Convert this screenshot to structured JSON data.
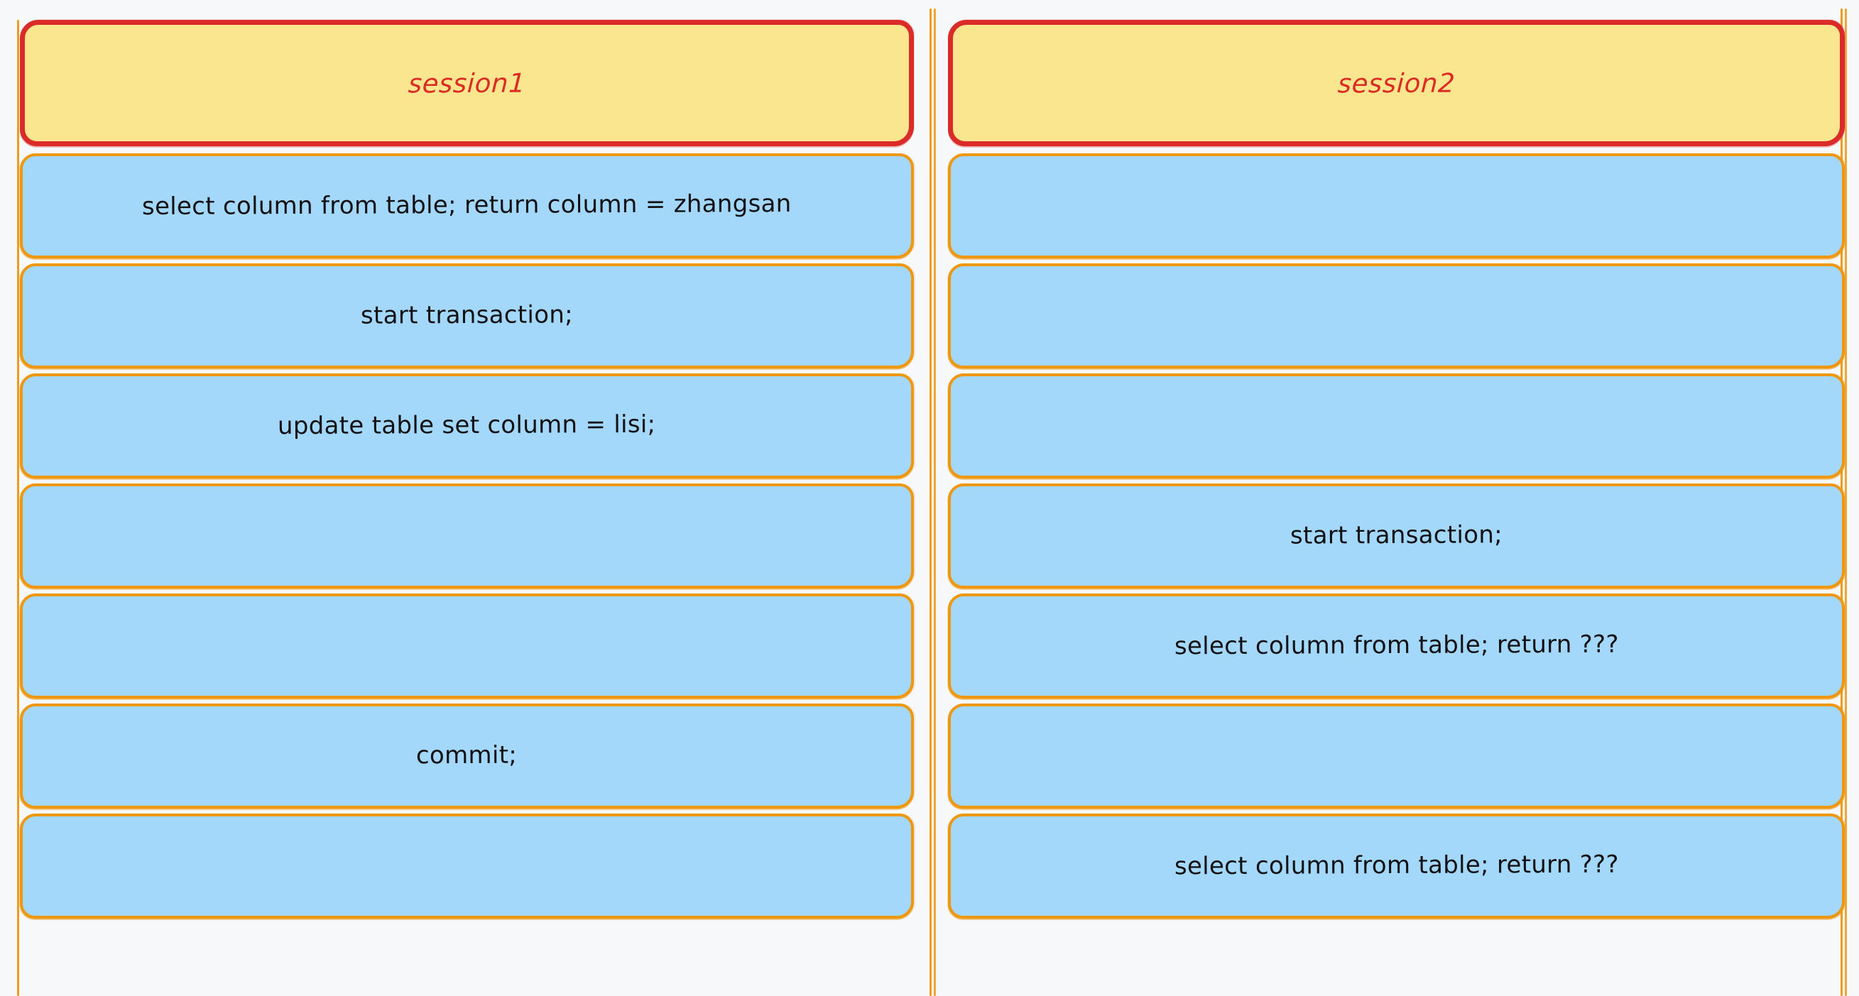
{
  "diagram": {
    "title": "session1 / session2 transaction comparison",
    "style": "hand-drawn",
    "colors": {
      "background": "#F7F8FA",
      "header_fill": "#FAE68F",
      "header_border": "#DA2B28",
      "header_text": "#DC2A24",
      "body_fill": "#A3D8FB",
      "body_border": "#EE9710",
      "body_text": "#111114"
    }
  },
  "columns": [
    {
      "id": "session1",
      "header": "session1",
      "rows": [
        {
          "index": 1,
          "text": "select column from table; return column = zhangsan"
        },
        {
          "index": 2,
          "text": "start transaction;"
        },
        {
          "index": 3,
          "text": "update table set column = lisi;"
        },
        {
          "index": 4,
          "text": ""
        },
        {
          "index": 5,
          "text": ""
        },
        {
          "index": 6,
          "text": "commit;"
        },
        {
          "index": 7,
          "text": ""
        }
      ]
    },
    {
      "id": "session2",
      "header": "session2",
      "rows": [
        {
          "index": 1,
          "text": ""
        },
        {
          "index": 2,
          "text": ""
        },
        {
          "index": 3,
          "text": ""
        },
        {
          "index": 4,
          "text": "start transaction;"
        },
        {
          "index": 5,
          "text": "select column from table; return ???"
        },
        {
          "index": 6,
          "text": ""
        },
        {
          "index": 7,
          "text": "select column from table; return ???"
        }
      ]
    }
  ]
}
